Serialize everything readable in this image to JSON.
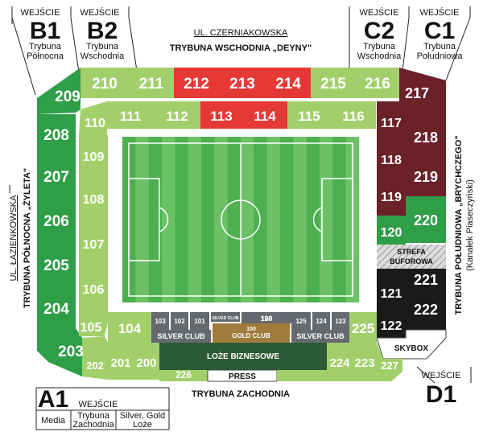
{
  "colors": {
    "green": "#2e9e48",
    "light_green": "#a3cf6b",
    "red": "#e53935",
    "maroon": "#6b2128",
    "black": "#1a1a1a",
    "grey": "#666a70",
    "gold": "#a07c3c",
    "dark_green": "#2c5a34",
    "pitch_a": "#4caf50",
    "pitch_b": "#6cc167"
  },
  "gates": {
    "entry_word": "WEJŚCIE",
    "b1": {
      "code": "B1",
      "line1": "Trybuna",
      "line2": "Północna"
    },
    "b2": {
      "code": "B2",
      "line1": "Trybuna",
      "line2": "Wschodnia"
    },
    "c2": {
      "code": "C2",
      "line1": "Trybuna",
      "line2": "Wschodnia"
    },
    "c1": {
      "code": "C1",
      "line1": "Trybuna",
      "line2": "Południowa"
    },
    "d1": {
      "code": "D1"
    },
    "a1": {
      "code": "A1",
      "col1": "Media",
      "col2_line1": "Trybuna",
      "col2_line2": "Zachodnia",
      "col3_line1": "Silver, Gold",
      "col3_line2": "Loże"
    }
  },
  "streets": {
    "top": "UL. CZERNIAKOWSKA",
    "left": "UL. ŁAZIENKOWSKA"
  },
  "stands": {
    "east": "TRYBUNA WSCHODNIA „DEYNY\"",
    "north": "TRYBUNA PÓŁNOCNA „ŻYLETA\"",
    "south": "TRYBUNA POŁUDNIOWA „BRYCHCZEGO\"",
    "south_sub": "(Kanałek Piaseczyński)",
    "west": "TRYBUNA ZACHODNIA"
  },
  "sections": {
    "top_outer": [
      "210",
      "211",
      "212",
      "213",
      "214",
      "215",
      "216"
    ],
    "top_inner": [
      "111",
      "112",
      "113",
      "114",
      "115",
      "116"
    ],
    "left_outer": [
      "209",
      "208",
      "207",
      "206",
      "205",
      "204",
      "203"
    ],
    "left_inner": [
      "110",
      "109",
      "108",
      "107",
      "106",
      "105"
    ],
    "right_inner": [
      "117",
      "118",
      "119",
      "120",
      "121",
      "122"
    ],
    "right_outer": [
      "217",
      "218",
      "219",
      "220",
      "221",
      "222"
    ],
    "bottom": [
      "202",
      "201",
      "200",
      "104",
      "103",
      "102",
      "101",
      "100",
      "126",
      "125",
      "124",
      "123",
      "225",
      "224",
      "223",
      "227",
      "226"
    ]
  },
  "labels": {
    "silver_club": "SILVER CLUB",
    "silver_club_small": "SILVER CLUB",
    "gold_club": "GOLD CLUB",
    "loze": "LOŻE BIZNESOWE",
    "press": "PRESS",
    "skybox": "SKYBOX",
    "strefa_line1": "STREFA",
    "strefa_line2": "BUFOROWA"
  }
}
